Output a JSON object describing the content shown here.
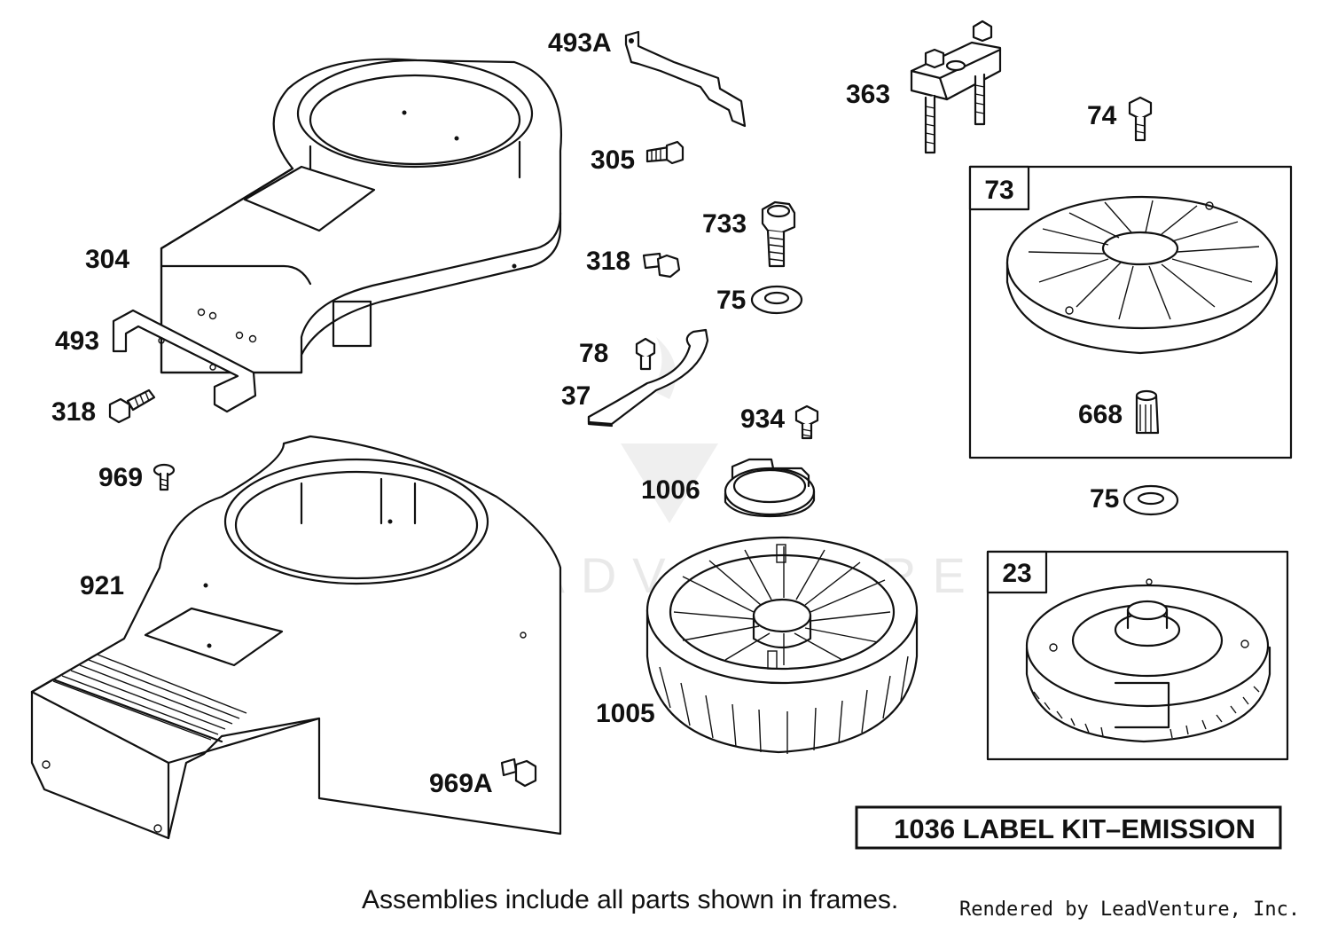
{
  "parts": [
    {
      "num": "493A",
      "name": "bracket-top"
    },
    {
      "num": "363",
      "name": "mount-bracket"
    },
    {
      "num": "74",
      "name": "screw-top-right"
    },
    {
      "num": "305",
      "name": "screw-305"
    },
    {
      "num": "733",
      "name": "nut-733"
    },
    {
      "num": "304",
      "name": "blower-housing-top"
    },
    {
      "num": "318",
      "name": "screw-318-center"
    },
    {
      "num": "75",
      "name": "washer-center"
    },
    {
      "num": "493",
      "name": "bracket-left"
    },
    {
      "num": "78",
      "name": "screw-78"
    },
    {
      "num": "37",
      "name": "air-vane"
    },
    {
      "num": "318",
      "name": "screw-318-left"
    },
    {
      "num": "934",
      "name": "screw-934"
    },
    {
      "num": "969",
      "name": "screw-969"
    },
    {
      "num": "1006",
      "name": "starter-cup"
    },
    {
      "num": "921",
      "name": "blower-housing"
    },
    {
      "num": "1005",
      "name": "flywheel-fan"
    },
    {
      "num": "969A",
      "name": "screw-969a"
    },
    {
      "num": "668",
      "name": "nut-668"
    },
    {
      "num": "75",
      "name": "washer-right"
    }
  ],
  "frames": [
    {
      "num": "73",
      "name": "frame-73-fan"
    },
    {
      "num": "23",
      "name": "frame-23-flywheel"
    }
  ],
  "kit_label": "1036 LABEL KIT–EMISSION",
  "note": "Assemblies include all parts shown in frames.",
  "credit": "Rendered by LeadVenture, Inc.",
  "watermark": "LEADVENTURE"
}
